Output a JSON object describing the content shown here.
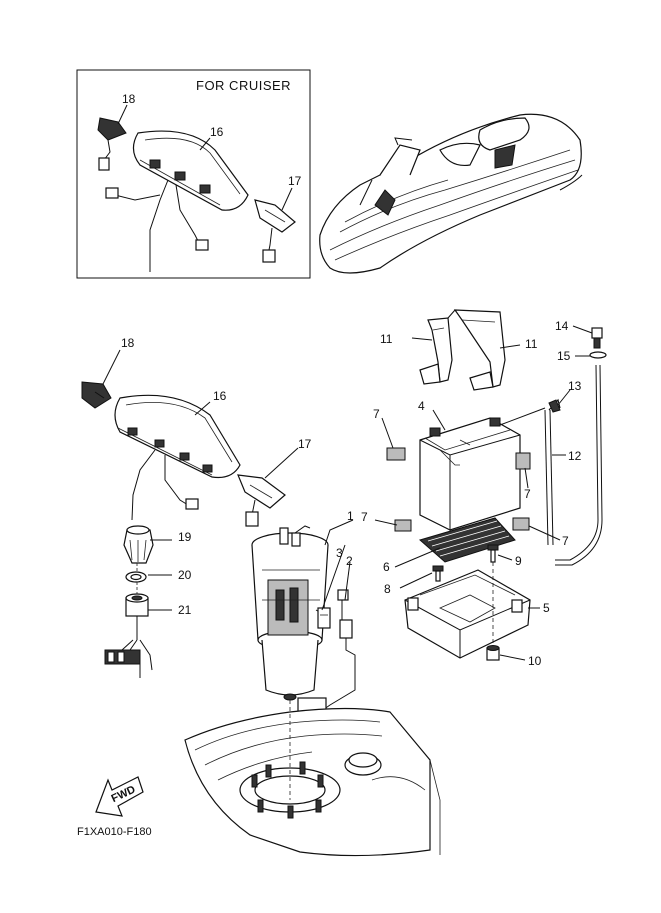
{
  "inset": {
    "title": "FOR CRUISER",
    "labels": [
      "18",
      "16",
      "17"
    ]
  },
  "fwd_label": "FWD",
  "diagram_code": "F1XA010-F180",
  "callouts": [
    "1",
    "2",
    "3",
    "4",
    "5",
    "6",
    "7",
    "8",
    "9",
    "10",
    "11",
    "12",
    "13",
    "14",
    "15",
    "16",
    "17",
    "18",
    "19",
    "20",
    "21"
  ]
}
